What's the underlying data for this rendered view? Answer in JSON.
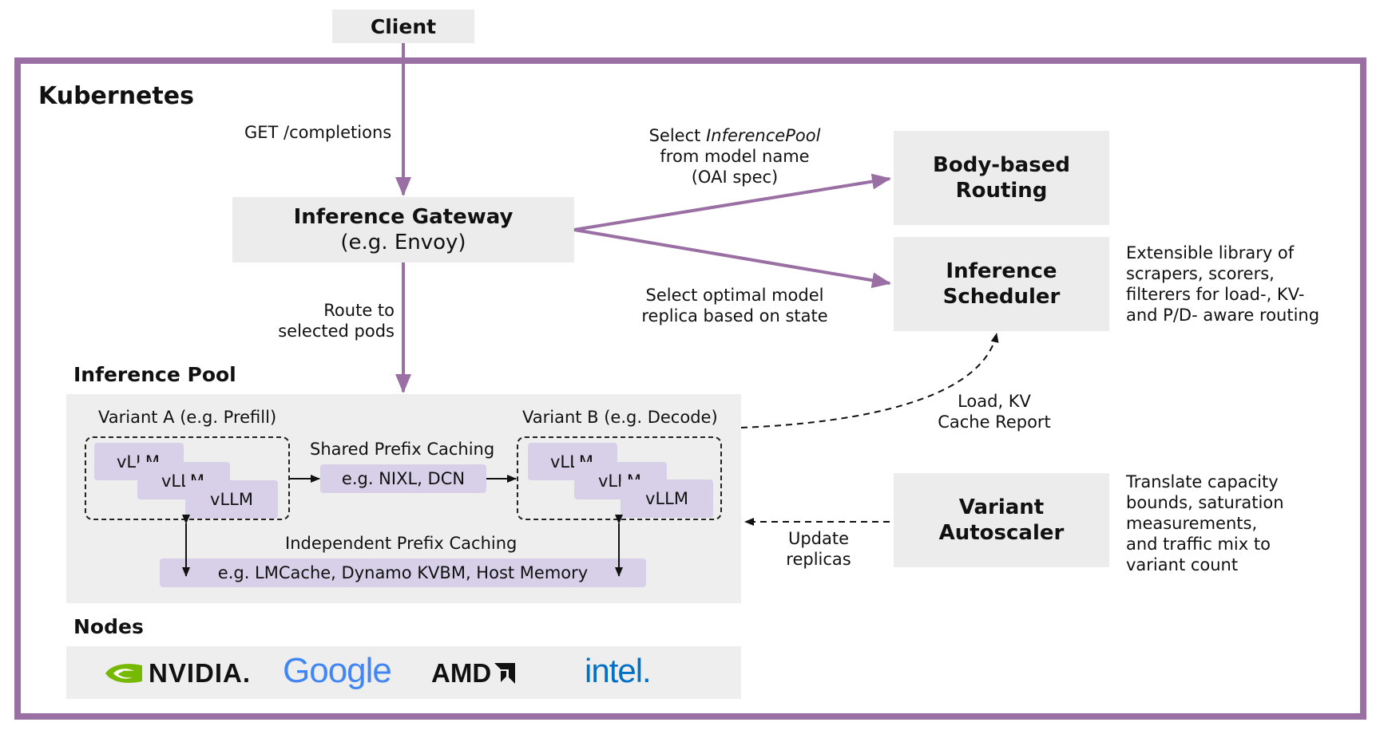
{
  "client": {
    "label": "Client"
  },
  "kubernetes": {
    "title": "Kubernetes"
  },
  "edges": {
    "get_completions": "GET /completions",
    "select_pool_line1_prefix": "Select ",
    "select_pool_line1_em": "InferencePool",
    "select_pool_line2": "from model name",
    "select_pool_line3": "(OAI spec)",
    "select_optimal_line1": "Select optimal model",
    "select_optimal_line2": "replica based on state",
    "route_line1": "Route to",
    "route_line2": "selected pods",
    "load_kv_line1": "Load, KV",
    "load_kv_line2": "Cache Report",
    "update_line1": "Update",
    "update_line2": "replicas"
  },
  "gateway": {
    "title": "Inference Gateway",
    "subtitle": "(e.g. Envoy)"
  },
  "body_routing": {
    "line1": "Body-based",
    "line2": "Routing"
  },
  "scheduler": {
    "line1": "Inference",
    "line2": "Scheduler"
  },
  "autoscaler": {
    "line1": "Variant",
    "line2": "Autoscaler"
  },
  "notes": {
    "scheduler": [
      "Extensible library of",
      "scrapers, scorers,",
      "filterers for load-, KV-",
      "and P/D- aware routing"
    ],
    "autoscaler": [
      "Translate capacity",
      "bounds, saturation",
      "measurements,",
      "and traffic mix to",
      "variant count"
    ]
  },
  "pool": {
    "title": "Inference Pool",
    "variant_a": "Variant A (e.g. Prefill)",
    "variant_b": "Variant B (e.g. Decode)",
    "vllm": "vLLM",
    "shared_caching": "Shared Prefix Caching",
    "shared_example": "e.g. NIXL, DCN",
    "independent_caching": "Independent Prefix Caching",
    "independent_example": "e.g. LMCache, Dynamo KVBM, Host Memory"
  },
  "nodes": {
    "title": "Nodes",
    "logos": [
      "NVIDIA.",
      "Google",
      "AMD",
      "intel."
    ]
  },
  "colors": {
    "purple": "#9a6fa3",
    "box_gray": "#ececec",
    "vllm_lavender": "#d8d0e8"
  }
}
